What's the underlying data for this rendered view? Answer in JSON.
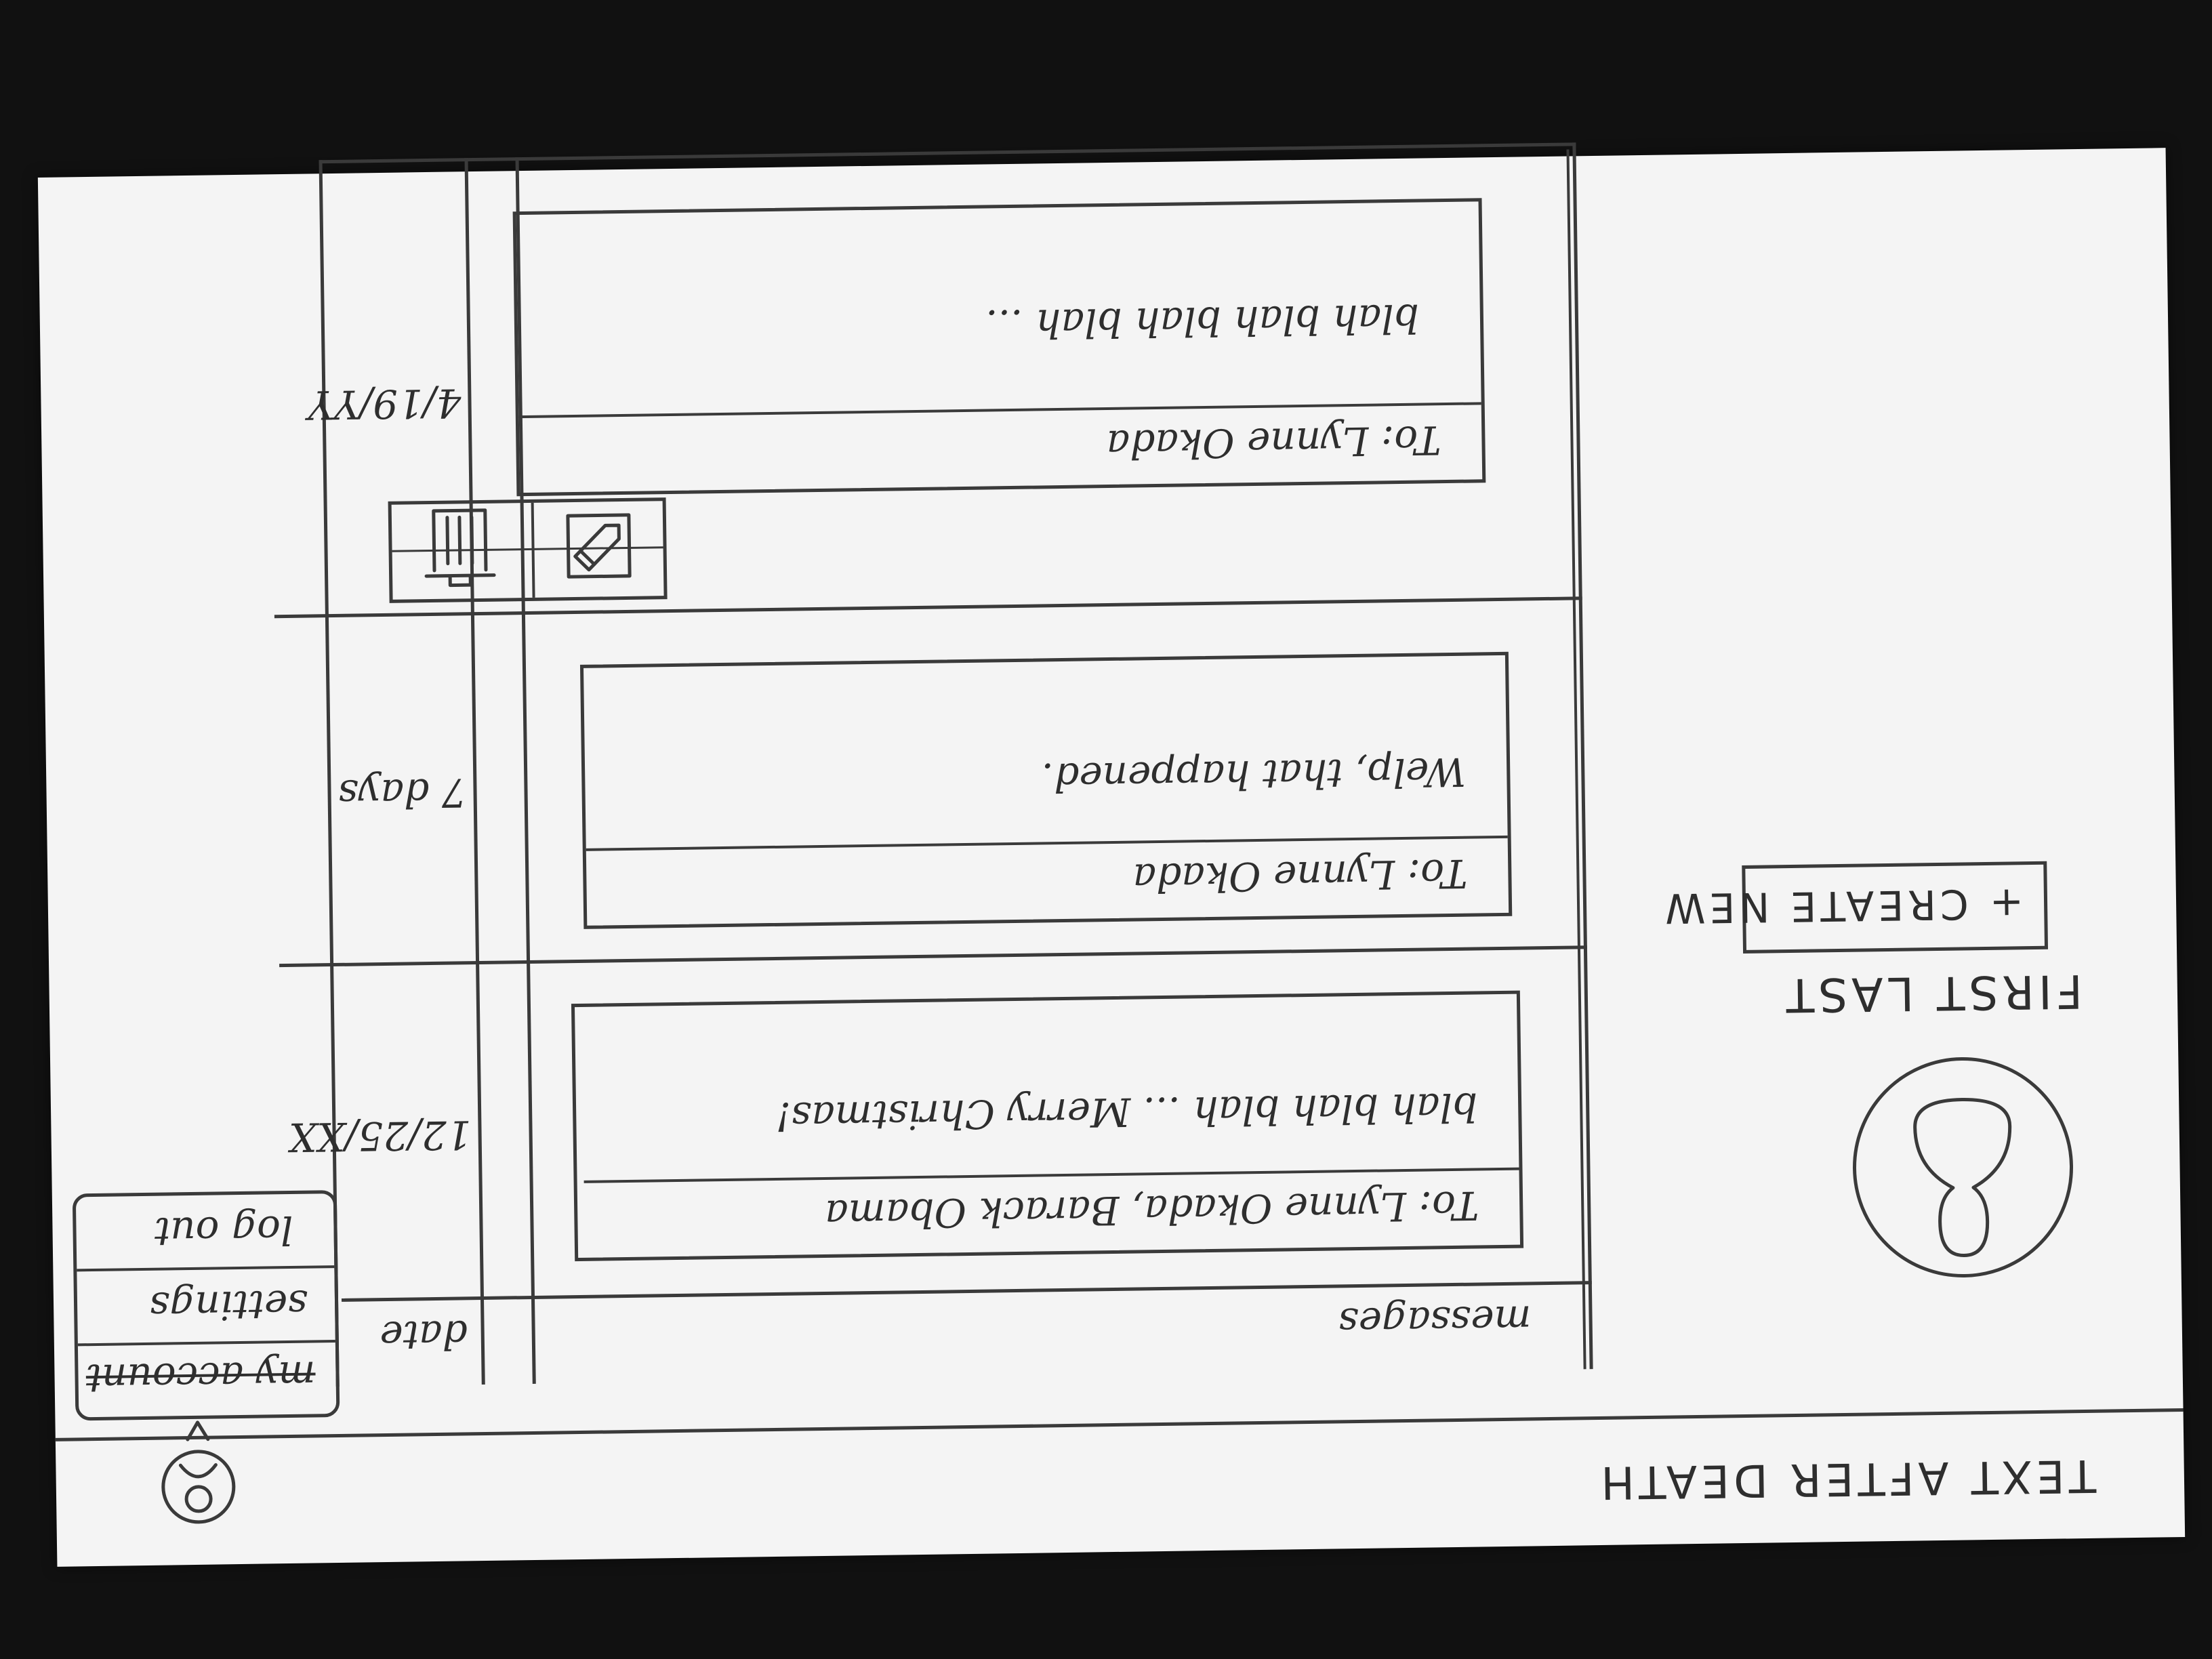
{
  "header": {
    "app_title": "TEXT AFTER DEATH"
  },
  "account_menu": {
    "items": [
      {
        "label": "my account",
        "struck": true
      },
      {
        "label": "settings",
        "struck": false
      },
      {
        "label": "log out",
        "struck": false
      }
    ]
  },
  "sidebar": {
    "user_name": "FIRST LAST",
    "create_button_label": "+ CREATE NEW"
  },
  "table": {
    "columns": {
      "date": "date",
      "messages": "messages"
    },
    "rows": [
      {
        "date": "12/25/XX",
        "recipient": "To: Lynne Okada, Barack Obama",
        "body": "blah blah blah ... Merry Christmas!"
      },
      {
        "date": "7 days",
        "recipient": "To: Lynne Okada",
        "body": "Welp, that happened."
      },
      {
        "date": "4/19/YY",
        "recipient": "To: Lynne Okada",
        "body": "blah blah blah blah ..."
      }
    ]
  },
  "row_actions": {
    "edit_icon": "edit-icon",
    "delete_icon": "trash-icon"
  }
}
